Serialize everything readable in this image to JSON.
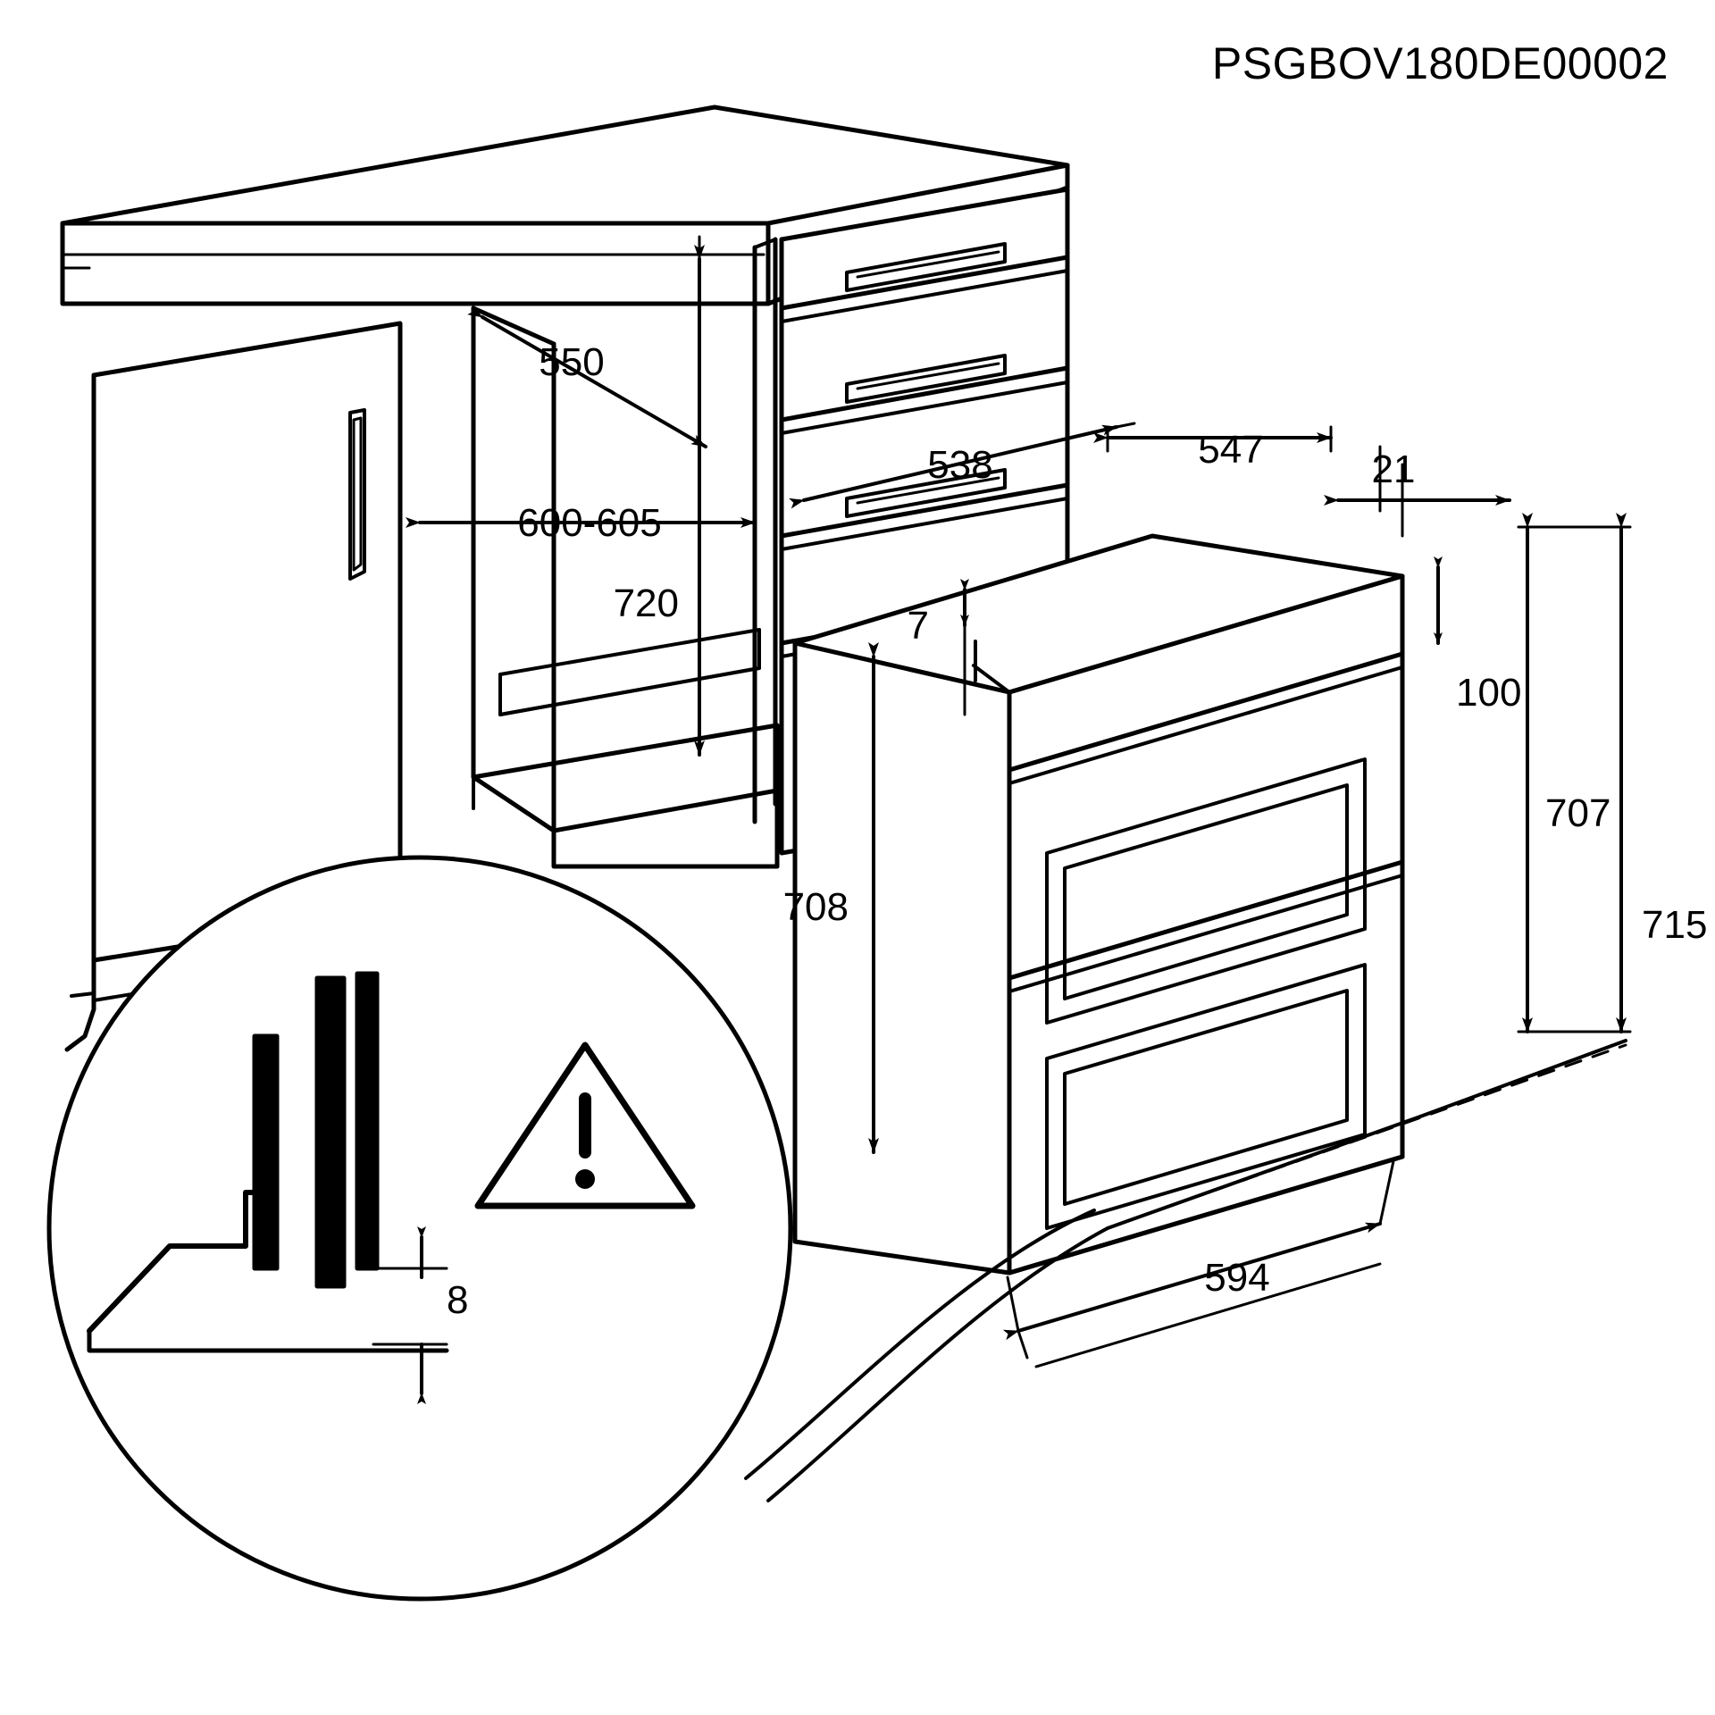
{
  "drawing": {
    "code": "PSGBOV180DE00002",
    "title_code_name": "drawing-code"
  },
  "dimensions": {
    "cabinet_depth": "550",
    "niche_width": "600-605",
    "niche_height": "720",
    "appliance_front_width": "538",
    "appliance_depth_body": "547",
    "door_overhang": "21",
    "top_trim": "7",
    "upper_section_height": "100",
    "front_height_707": "707",
    "front_height_715": "715",
    "body_height_708": "708",
    "overall_width_594": "594",
    "detail_gap": "8"
  },
  "detail": {
    "warning_icon": "warning-triangle-icon",
    "callout_label": "8"
  },
  "colors": {
    "line": "#000000",
    "background": "#ffffff"
  }
}
